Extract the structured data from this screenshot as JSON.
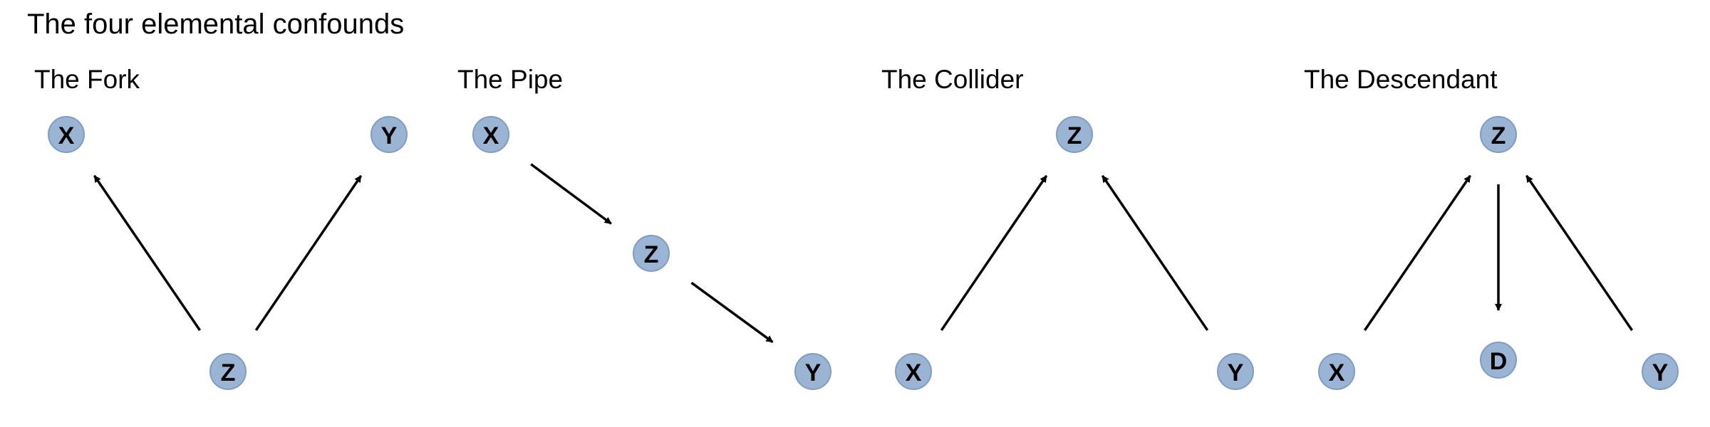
{
  "title": "The four elemental confounds",
  "colors": {
    "node_fill": "#9cb4d4",
    "node_stroke": "#7f9cc4",
    "edge": "#000000"
  },
  "panels": [
    {
      "title": "The Fork",
      "nodes": [
        {
          "id": "X",
          "label": "X"
        },
        {
          "id": "Y",
          "label": "Y"
        },
        {
          "id": "Z",
          "label": "Z"
        }
      ],
      "edges": [
        {
          "from": "Z",
          "to": "X"
        },
        {
          "from": "Z",
          "to": "Y"
        }
      ]
    },
    {
      "title": "The Pipe",
      "nodes": [
        {
          "id": "X",
          "label": "X"
        },
        {
          "id": "Z",
          "label": "Z"
        },
        {
          "id": "Y",
          "label": "Y"
        }
      ],
      "edges": [
        {
          "from": "X",
          "to": "Z"
        },
        {
          "from": "Z",
          "to": "Y"
        }
      ]
    },
    {
      "title": "The Collider",
      "nodes": [
        {
          "id": "Z",
          "label": "Z"
        },
        {
          "id": "X",
          "label": "X"
        },
        {
          "id": "Y",
          "label": "Y"
        }
      ],
      "edges": [
        {
          "from": "X",
          "to": "Z"
        },
        {
          "from": "Y",
          "to": "Z"
        }
      ]
    },
    {
      "title": "The Descendant",
      "nodes": [
        {
          "id": "Z",
          "label": "Z"
        },
        {
          "id": "X",
          "label": "X"
        },
        {
          "id": "D",
          "label": "D"
        },
        {
          "id": "Y",
          "label": "Y"
        }
      ],
      "edges": [
        {
          "from": "X",
          "to": "Z"
        },
        {
          "from": "Z",
          "to": "D"
        },
        {
          "from": "Y",
          "to": "Z"
        }
      ]
    }
  ]
}
